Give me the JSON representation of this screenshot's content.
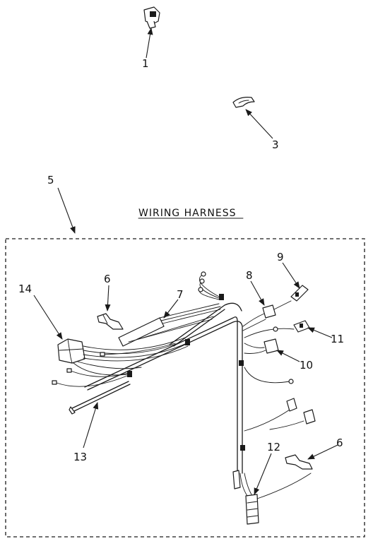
{
  "diagram": {
    "title": "WIRING HARNESS",
    "callouts": [
      {
        "id": "c1",
        "text": "1"
      },
      {
        "id": "c3",
        "text": "3"
      },
      {
        "id": "c5",
        "text": "5"
      },
      {
        "id": "c6a",
        "text": "6"
      },
      {
        "id": "c7",
        "text": "7"
      },
      {
        "id": "c8",
        "text": "8"
      },
      {
        "id": "c9",
        "text": "9"
      },
      {
        "id": "c10",
        "text": "10"
      },
      {
        "id": "c11",
        "text": "11"
      },
      {
        "id": "c12",
        "text": "12"
      },
      {
        "id": "c6b",
        "text": "6"
      },
      {
        "id": "c13",
        "text": "13"
      },
      {
        "id": "c14",
        "text": "14"
      }
    ]
  }
}
